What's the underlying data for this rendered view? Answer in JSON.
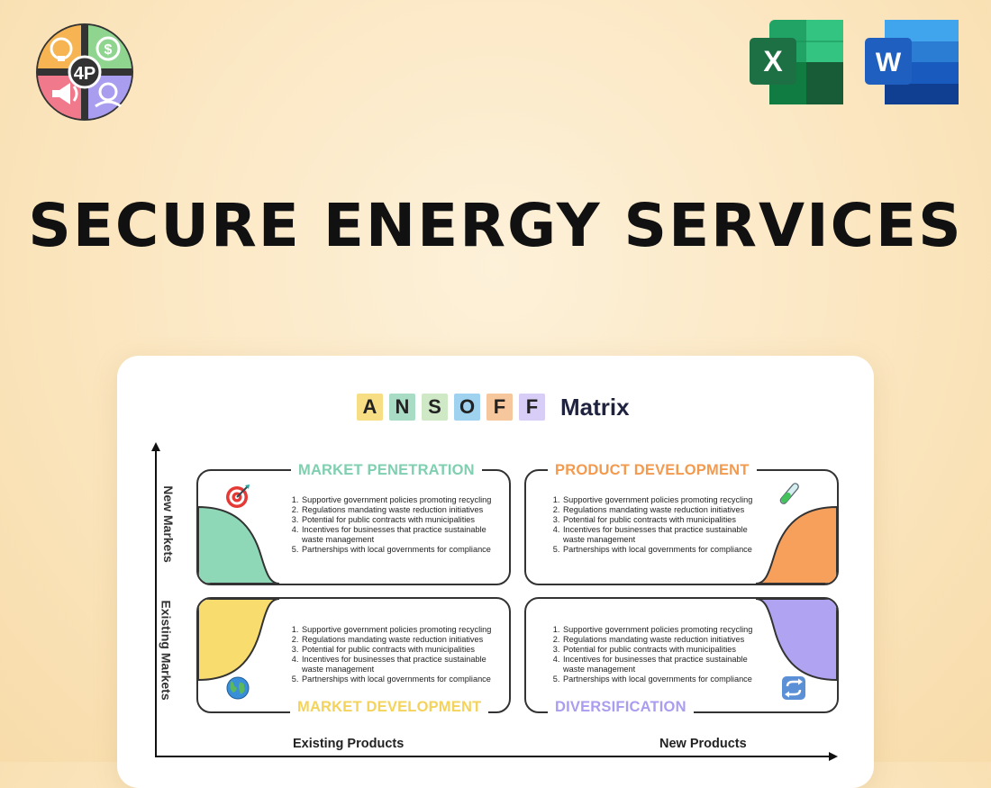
{
  "brand": {
    "logo_text": "4P"
  },
  "apps": [
    {
      "name": "excel",
      "letter": "X",
      "color": "#1d7044"
    },
    {
      "name": "word",
      "letter": "W",
      "color": "#1f5fbf"
    }
  ],
  "title": "SECURE ENERGY SERVICES",
  "matrix": {
    "letters": [
      "A",
      "N",
      "S",
      "O",
      "F",
      "F"
    ],
    "letter_colors": [
      "#f7dd84",
      "#a9dcc5",
      "#cfe8c6",
      "#9fd2ef",
      "#f6c79c",
      "#d8cdf7"
    ],
    "heading": "Matrix",
    "y_axis": {
      "top": "New Markets",
      "bottom": "Existing Markets"
    },
    "x_axis": {
      "left": "Existing Products",
      "right": "New Products"
    },
    "quadrants": {
      "penetration": {
        "title": "MARKET PENETRATION",
        "color": "#8ed8b8",
        "title_color": "#7fcfb0",
        "icon": "target-icon",
        "items": [
          "Supportive government policies promoting recycling",
          "Regulations mandating waste reduction initiatives",
          "Potential for public contracts with municipalities",
          "Incentives for businesses that practice sustainable waste management",
          "Partnerships with local governments for compliance"
        ]
      },
      "product_development": {
        "title": "PRODUCT DEVELOPMENT",
        "color": "#f6a05c",
        "title_color": "#f39a4e",
        "icon": "test-tube-icon",
        "items": [
          "Supportive government policies promoting recycling",
          "Regulations mandating waste reduction initiatives",
          "Potential for public contracts with municipalities",
          "Incentives for businesses that practice sustainable waste management",
          "Partnerships with local governments for compliance"
        ]
      },
      "market_development": {
        "title": "MARKET DEVELOPMENT",
        "color": "#f9dc6e",
        "title_color": "#f4d35c",
        "icon": "globe-icon",
        "items": [
          "Supportive government policies promoting recycling",
          "Regulations mandating waste reduction initiatives",
          "Potential for public contracts with municipalities",
          "Incentives for businesses that practice sustainable waste management",
          "Partnerships with local governments for compliance"
        ]
      },
      "diversification": {
        "title": "DIVERSIFICATION",
        "color": "#b0a4f2",
        "title_color": "#a99df0",
        "icon": "repeat-icon",
        "items": [
          "Supportive government policies promoting recycling",
          "Regulations mandating waste reduction initiatives",
          "Potential for public contracts with municipalities",
          "Incentives for businesses that practice sustainable waste management",
          "Partnerships with local governments for compliance"
        ]
      }
    }
  }
}
